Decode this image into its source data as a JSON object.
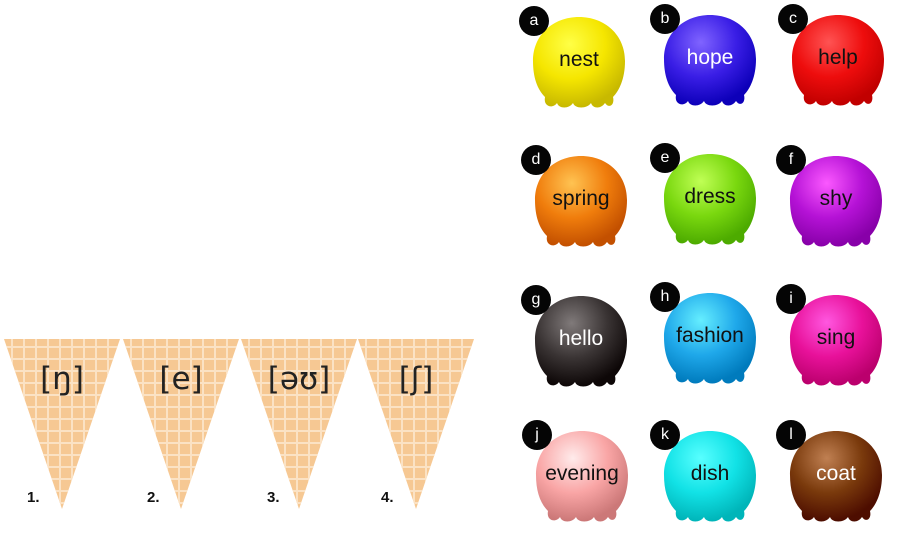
{
  "cones": [
    {
      "symbol": "[ŋ]",
      "number": "1."
    },
    {
      "symbol": "[e]",
      "number": "2."
    },
    {
      "symbol": "[əʊ]",
      "number": "3."
    },
    {
      "symbol": "[ʃ]",
      "number": "4."
    }
  ],
  "scoops": [
    {
      "letter": "a",
      "word": "nest",
      "color": "#f5e600"
    },
    {
      "letter": "b",
      "word": "hope",
      "color": "#3a1ee6"
    },
    {
      "letter": "c",
      "word": "help",
      "color": "#ee0d0d"
    },
    {
      "letter": "d",
      "word": "spring",
      "color": "#f07d0c"
    },
    {
      "letter": "e",
      "word": "dress",
      "color": "#7ad80f"
    },
    {
      "letter": "f",
      "word": "shy",
      "color": "#b512d6"
    },
    {
      "letter": "g",
      "word": "hello",
      "color": "#3a3434"
    },
    {
      "letter": "h",
      "word": "fashion",
      "color": "#1fa8ea"
    },
    {
      "letter": "i",
      "word": "sing",
      "color": "#e8119a"
    },
    {
      "letter": "j",
      "word": "evening",
      "color": "#f9a5a5"
    },
    {
      "letter": "k",
      "word": "dish",
      "color": "#12e2e6"
    },
    {
      "letter": "l",
      "word": "coat",
      "color": "#7a3a0c"
    }
  ],
  "colors": {
    "cone_fill": "#f6c893",
    "cone_grid": "#fbe2c4",
    "badge": "#050505"
  }
}
